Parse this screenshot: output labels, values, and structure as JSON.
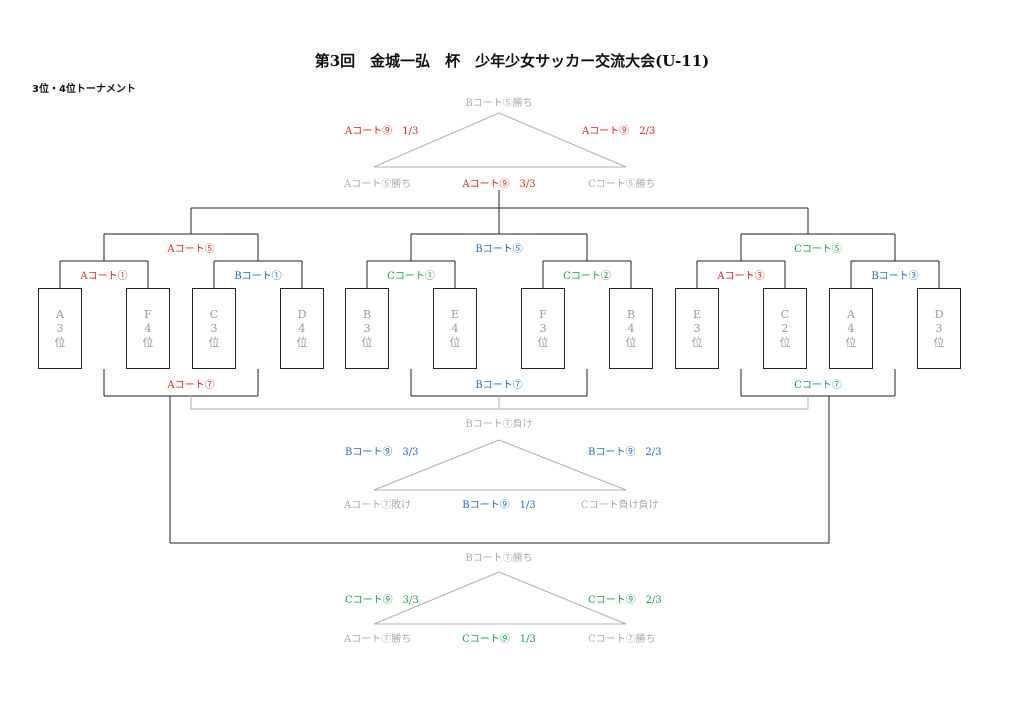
{
  "title": "第3回　金城一弘　杯　少年少女サッカー交流大会(U-11)",
  "subtitle": "3位・4位トーナメント",
  "top_triangle": {
    "top": "Bコート⑤勝ち",
    "left_match": "Aコート⑨　1/3",
    "right_match": "Aコート⑨　2/3",
    "left_team": "Aコート⑤勝ち",
    "bottom_match": "Aコート⑨　3/3",
    "right_team": "Cコート⑤勝ち"
  },
  "brackets": {
    "a5": "Aコート⑤",
    "b5": "Bコート⑤",
    "c5": "Cコート⑤",
    "a1": "Aコート①",
    "b1": "Bコート①",
    "c1": "Cコート①",
    "c2": "Cコート②",
    "a3": "Aコート③",
    "b3": "Bコート③",
    "a7": "Aコート⑦",
    "b7": "Bコート⑦",
    "c7": "Cコート⑦"
  },
  "teams": [
    {
      "code": "A",
      "rank": "3",
      "pos": "位"
    },
    {
      "code": "F",
      "rank": "4",
      "pos": "位"
    },
    {
      "code": "C",
      "rank": "3",
      "pos": "位"
    },
    {
      "code": "D",
      "rank": "4",
      "pos": "位"
    },
    {
      "code": "B",
      "rank": "3",
      "pos": "位"
    },
    {
      "code": "E",
      "rank": "4",
      "pos": "位"
    },
    {
      "code": "F",
      "rank": "3",
      "pos": "位"
    },
    {
      "code": "B",
      "rank": "4",
      "pos": "位"
    },
    {
      "code": "E",
      "rank": "3",
      "pos": "位"
    },
    {
      "code": "C",
      "rank": "2",
      "pos": "位"
    },
    {
      "code": "A",
      "rank": "4",
      "pos": "位"
    },
    {
      "code": "D",
      "rank": "3",
      "pos": "位"
    }
  ],
  "mid_triangle": {
    "top": "Bコート⑦負け",
    "left_match": "Bコート⑨　3/3",
    "right_match": "Bコート⑨　2/3",
    "left_team": "Aコート⑦敗け",
    "bottom_match": "Bコート⑨　1/3",
    "right_team": "Cコート負け負け"
  },
  "bottom_triangle": {
    "top": "Bコート⑦勝ち",
    "left_match": "Cコート⑨　3/3",
    "right_match": "Cコート⑨　2/3",
    "left_team": "Aコート⑦勝ち",
    "bottom_match": "Cコート⑨　1/3",
    "right_team": "Cコート⑦勝ち"
  },
  "colors": {
    "red": "#e0201c",
    "blue": "#1a6fbf",
    "green": "#16a34a",
    "gray": "#aaaaaa",
    "line": "#222222"
  }
}
